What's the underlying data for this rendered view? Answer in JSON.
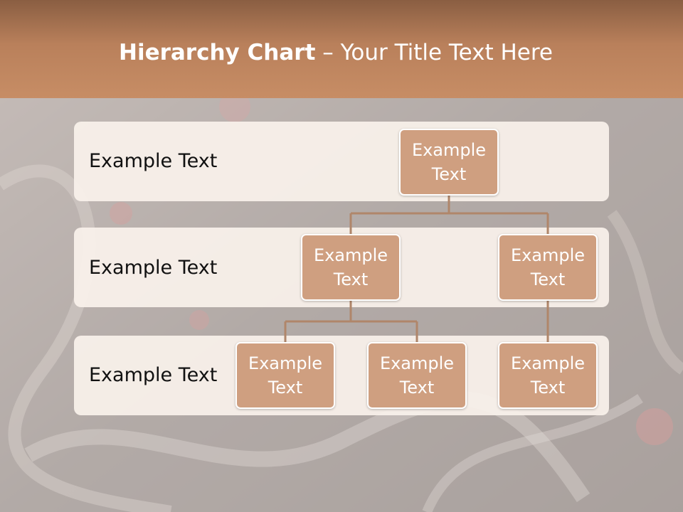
{
  "slide": {
    "title_bold": "Hierarchy Chart",
    "title_rest": " – Your Title Text Here"
  },
  "levels": [
    {
      "label": "Example Text"
    },
    {
      "label": "Example Text"
    },
    {
      "label": "Example Text"
    }
  ],
  "nodes": [
    {
      "text": "Example Text"
    },
    {
      "text": "Example Text"
    },
    {
      "text": "Example Text"
    },
    {
      "text": "Example Text"
    },
    {
      "text": "Example Text"
    },
    {
      "text": "Example Text"
    }
  ],
  "colors": {
    "header": "#c78d65",
    "node_fill": "#cf9f80",
    "connector": "#b0866a",
    "band": "#faf2ec"
  }
}
